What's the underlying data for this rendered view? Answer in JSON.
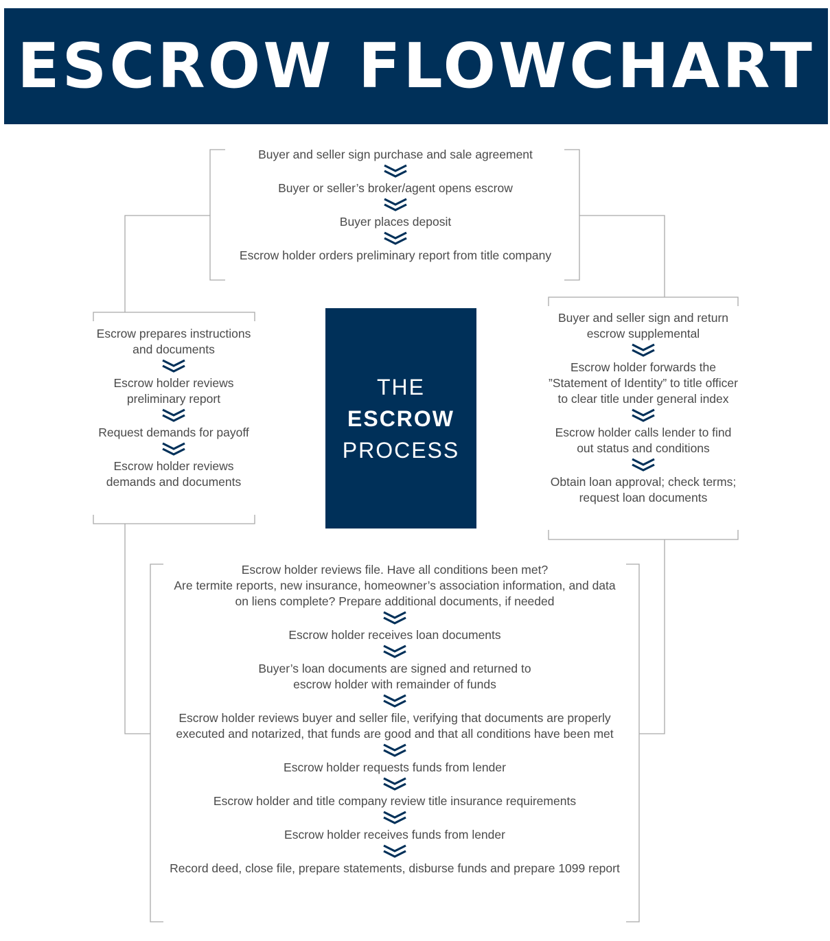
{
  "title": "ESCROW FLOWCHART",
  "center": {
    "line1": "THE",
    "line2": "ESCROW",
    "line3": "PROCESS"
  },
  "colors": {
    "navy": "#003059",
    "text": "#4a4a4a",
    "bracket": "#a9a9a9"
  },
  "chevron_icon": "double-chevron-down-icon",
  "top_steps": [
    "Buyer and seller sign purchase and sale agreement",
    "Buyer or seller’s broker/agent opens escrow",
    "Buyer places deposit",
    "Escrow holder orders preliminary report from title company"
  ],
  "left_steps": [
    "Escrow prepares instructions\nand documents",
    "Escrow holder reviews\npreliminary report",
    "Request demands for payoff",
    "Escrow holder reviews\ndemands and documents"
  ],
  "right_steps": [
    "Buyer and seller sign and return\nescrow supplemental",
    "Escrow holder forwards the\n”Statement of Identity” to title officer\nto clear title under general index",
    "Escrow holder calls lender to find\nout status and conditions",
    "Obtain loan approval; check terms;\nrequest loan documents"
  ],
  "bottom_steps": [
    "Escrow holder reviews file. Have all conditions been met?\nAre termite reports, new insurance, homeowner’s association information, and data\non liens complete? Prepare additional documents, if needed",
    "Escrow holder receives loan documents",
    "Buyer’s loan documents are signed and returned to\nescrow holder with remainder of funds",
    "Escrow holder reviews buyer and seller file, verifying that documents are properly\nexecuted and notarized, that funds are good and that all conditions have been met",
    "Escrow holder requests funds from lender",
    "Escrow holder and title company review title insurance requirements",
    "Escrow holder receives funds from lender",
    "Record deed, close file, prepare statements, disburse funds and prepare 1099 report"
  ]
}
